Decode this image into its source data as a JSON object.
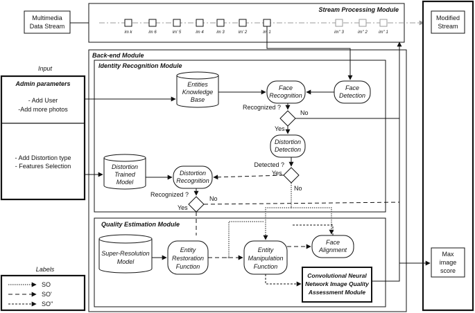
{
  "input_label": "Input",
  "labels_title": "Labels",
  "multimedia": [
    "Multimedia",
    "Data Stream"
  ],
  "modified": [
    "Modified",
    "Stream"
  ],
  "max_score": [
    "Max",
    "image",
    "score"
  ],
  "stream_module": "Stream Processing Module",
  "backend_module": "Back-end Module",
  "identity_module": "Identity Recognition Module",
  "quality_module": "Quality Estimation Module",
  "frames": [
    "im k",
    "im 6",
    "im' 5",
    "im 4",
    "im 3",
    "im' 2",
    "im 1"
  ],
  "mod_frames": [
    "im'' 3",
    "im'' 2",
    "im'' 1"
  ],
  "admin": {
    "title": "Admin parameters",
    "items1": [
      "- Add User",
      "-Add more photos"
    ],
    "items2": [
      "- Add Distortion type",
      "- Features Selection"
    ]
  },
  "nodes": {
    "entities": [
      "Entities",
      "Knowledge",
      "Base"
    ],
    "face_recognition": [
      "Face",
      "Recognition"
    ],
    "face_detection": [
      "Face",
      "Detection"
    ],
    "distortion_detection": [
      "Distortion",
      "Detection"
    ],
    "distortion_model": [
      "Distortion",
      "Trained",
      "Model"
    ],
    "distortion_recognition": [
      "Distortion",
      "Recognition"
    ],
    "super_resolution": [
      "Super-Resolution",
      "Model"
    ],
    "entity_restoration": [
      "Entity",
      "Restoration",
      "Function"
    ],
    "entity_manipulation": [
      "Entity",
      "Manipulation",
      "Function"
    ],
    "face_alignment": [
      "Face",
      "Alignment"
    ],
    "cnn": [
      "Convolutional Neural",
      "Network Image Quality",
      "Assessment Module"
    ]
  },
  "decisions": {
    "recognized1": "Recognized ?",
    "detected": "Detected ?",
    "recognized2": "Recognized ?",
    "yes": "Yes",
    "no": "No"
  },
  "legend": [
    "SO",
    "SO'",
    "SO''"
  ]
}
